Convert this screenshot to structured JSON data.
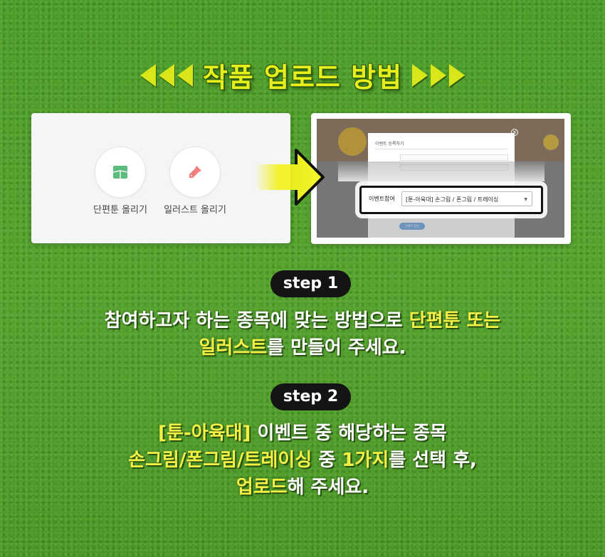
{
  "title": {
    "text": "작품 업로드 방법"
  },
  "left_panel": {
    "toon_upload_label": "단편툰 올리기",
    "illust_upload_label": "일러스트 올리기"
  },
  "right_panel": {
    "modal_title": "이벤트 등록하기",
    "modal_button": "이벤트 참여",
    "field_label": "이벤트참여",
    "field_value": "[툰-아육대] 손그림 / 폰그림 / 트레이싱"
  },
  "step1": {
    "label": "step 1",
    "line1_a": "참여하고자 하는 종목에 맞는 방법으로 ",
    "line1_b": "단편툰 또는",
    "line2_a": "일러스트",
    "line2_b": "를 만들어 주세요."
  },
  "step2": {
    "label": "step 2",
    "line1_a": "[툰-아육대]",
    "line1_b": " 이벤트 중 해당하는 종목",
    "line2_a": "손그림/폰그림/트레이싱",
    "line2_b": " 중 ",
    "line2_c": "1가지",
    "line2_d": "를 선택 후,",
    "line3_a": "업로드",
    "line3_b": "해 주세요."
  },
  "colors": {
    "background": "#4f9a2c",
    "title": "#e6ee1c",
    "highlight": "#f6f045",
    "step_pill": "#141414",
    "arrow": "#f2f21a"
  },
  "icons": [
    "arrow-left-triangles",
    "arrow-right-triangles",
    "toon-icon",
    "brush-icon",
    "pointer-arrow"
  ]
}
